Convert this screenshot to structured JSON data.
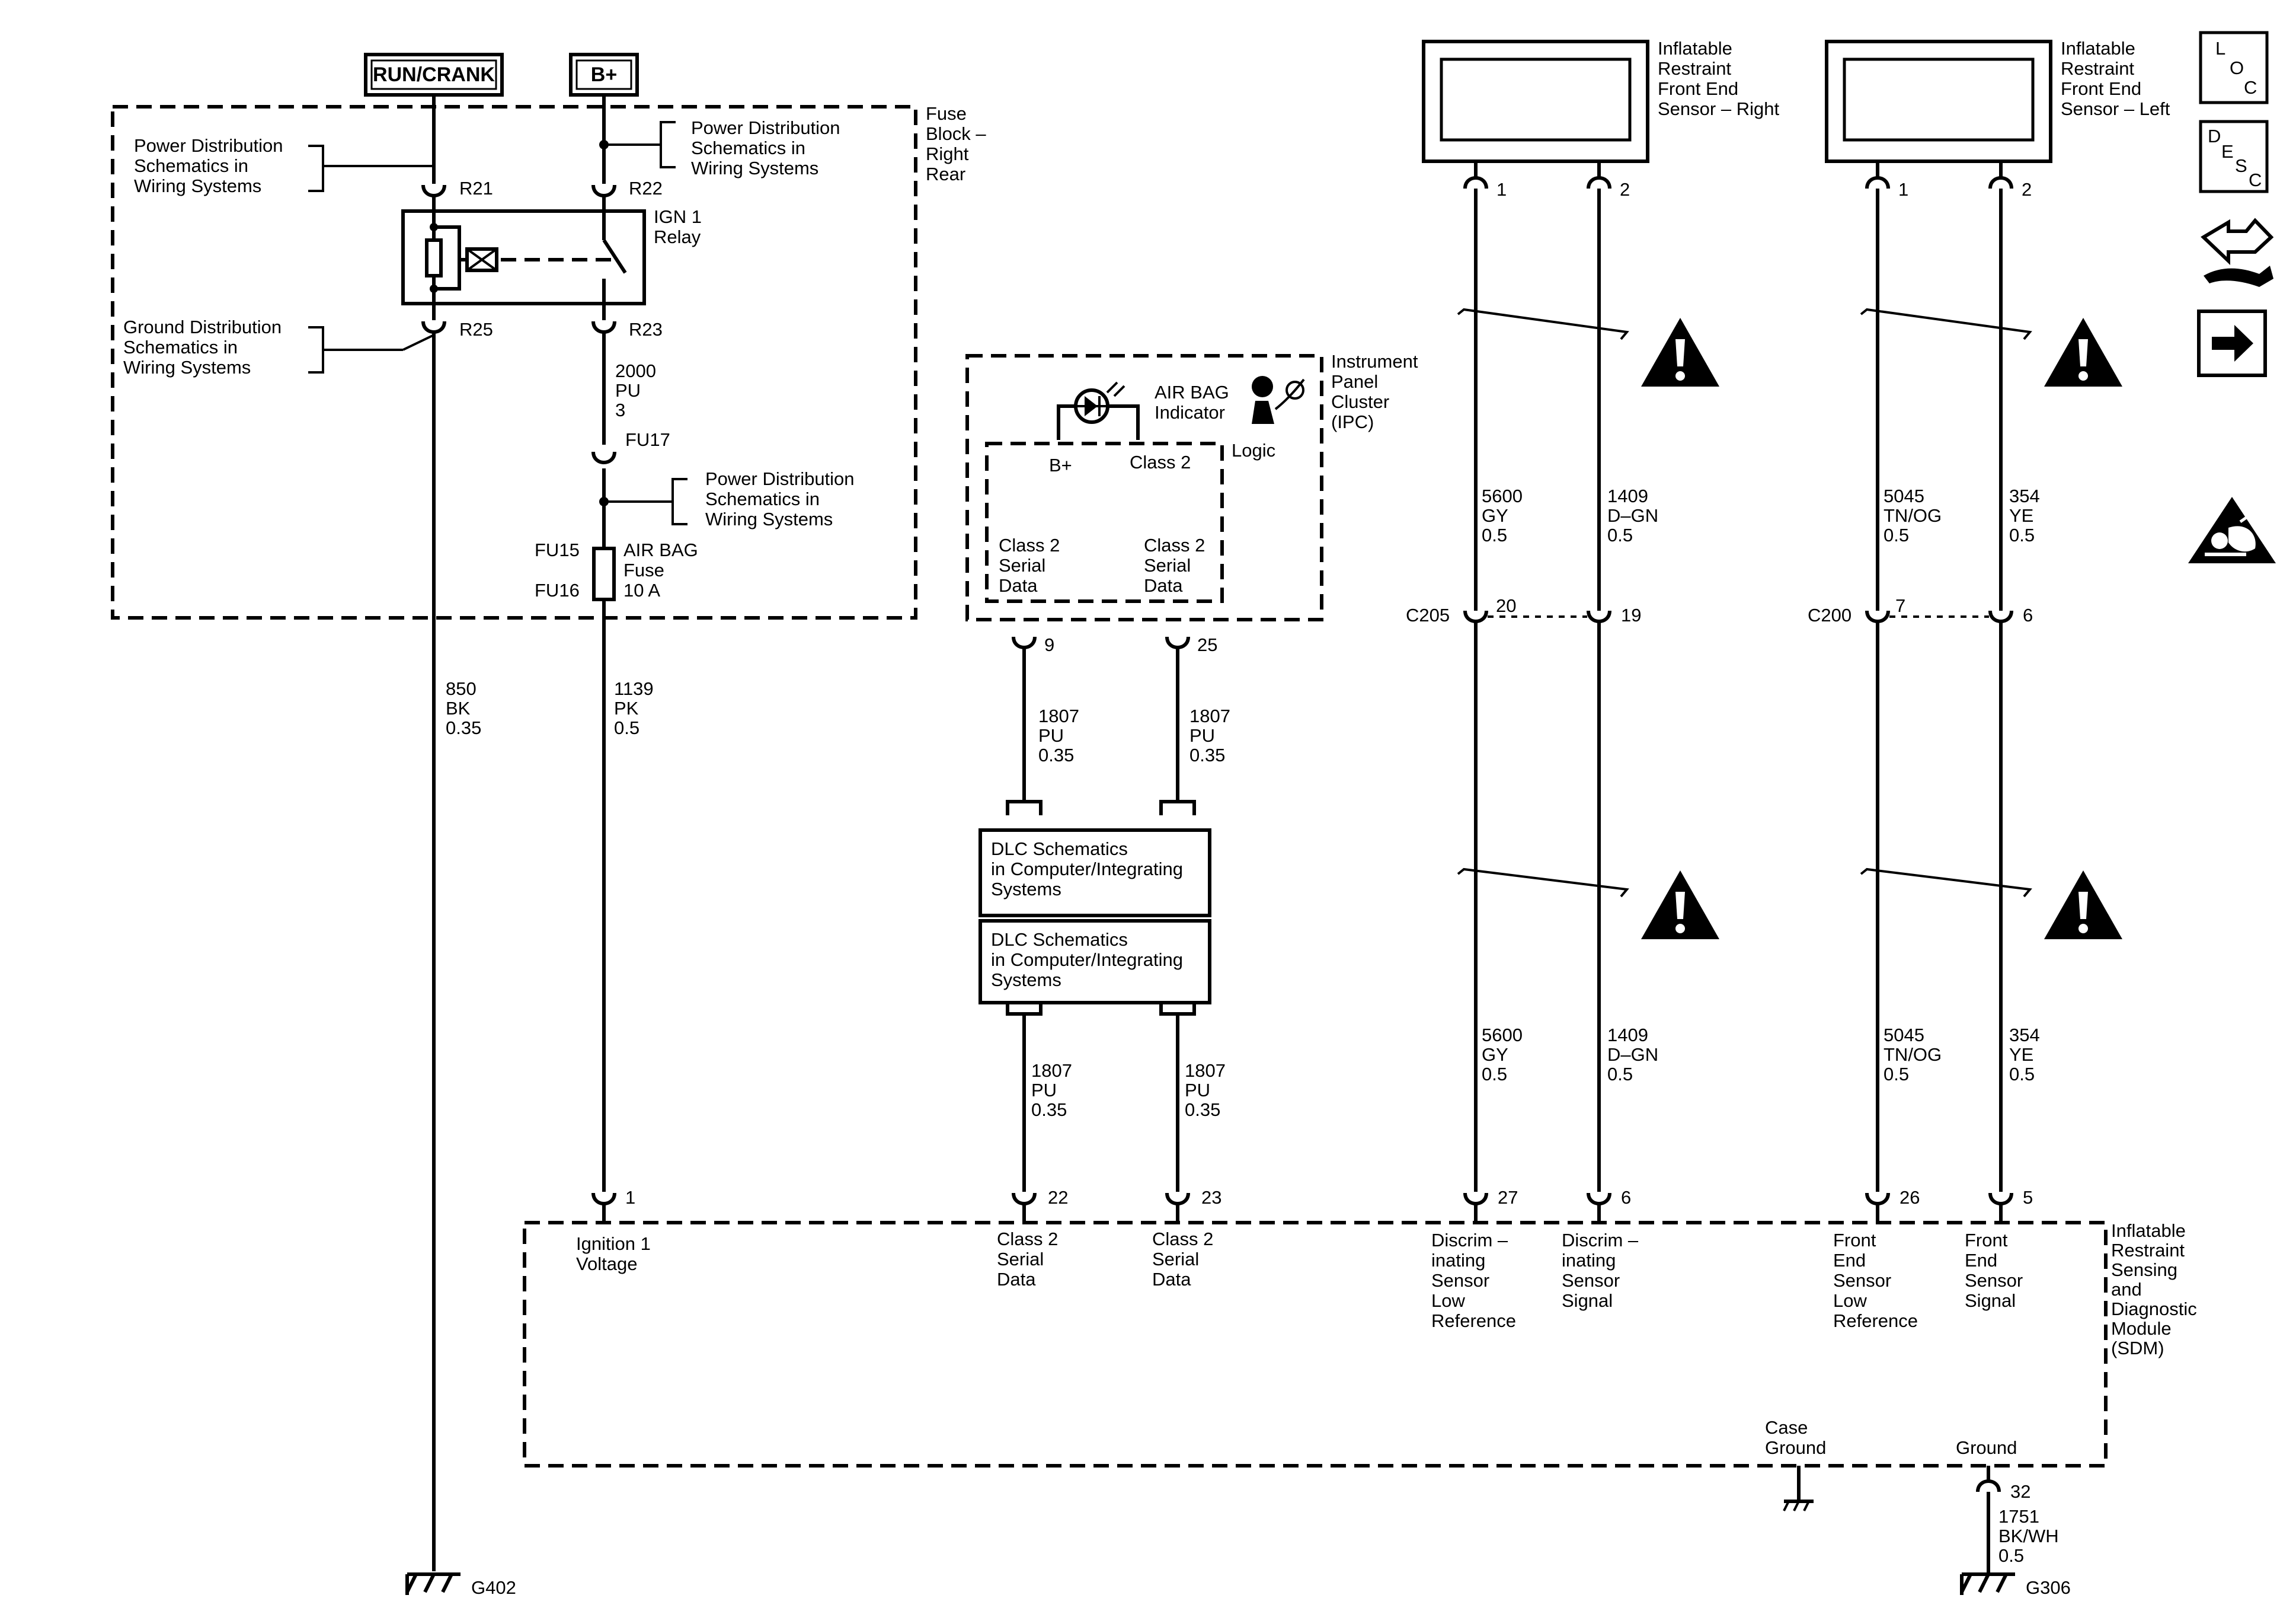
{
  "labels": {
    "run_crank": "RUN/CRANK",
    "b_plus": "B+",
    "fuse_block": [
      "Fuse",
      "Block –",
      "Right",
      "Rear"
    ],
    "power_dist_1": [
      "Power Distribution",
      "Schematics in",
      "Wiring Systems"
    ],
    "power_dist_2": [
      "Power Distribution",
      "Schematics in",
      "Wiring Systems"
    ],
    "power_dist_3": [
      "Power Distribution",
      "Schematics in",
      "Wiring Systems"
    ],
    "ground_dist": [
      "Ground Distribution",
      "Schematics in",
      "Wiring Systems"
    ],
    "r21": "R21",
    "r22": "R22",
    "r25": "R25",
    "r23": "R23",
    "ign_relay": [
      "IGN 1",
      "Relay"
    ],
    "wire_2000": [
      "2000",
      "PU",
      "3"
    ],
    "fu17": "FU17",
    "fu15": "FU15",
    "fu16": "FU16",
    "airbag_fuse": [
      "AIR BAG",
      "Fuse",
      "10 A"
    ],
    "wire_850": [
      "850",
      "BK",
      "0.35"
    ],
    "wire_1139": [
      "1139",
      "PK",
      "0.5"
    ],
    "g402": "G402",
    "ipc_name": [
      "Instrument",
      "Panel",
      "Cluster",
      "(IPC)"
    ],
    "airbag_indicator": [
      "AIR BAG",
      "Indicator"
    ],
    "logic": "Logic",
    "ipc_bplus": "B+",
    "ipc_class2": "Class 2",
    "ipc_serial_1": [
      "Class 2",
      "Serial",
      "Data"
    ],
    "ipc_serial_2": [
      "Class 2",
      "Serial",
      "Data"
    ],
    "pin_9": "9",
    "pin_25": "25",
    "wire_1807_a": [
      "1807",
      "PU",
      "0.35"
    ],
    "wire_1807_b": [
      "1807",
      "PU",
      "0.35"
    ],
    "wire_1807_c": [
      "1807",
      "PU",
      "0.35"
    ],
    "wire_1807_d": [
      "1807",
      "PU",
      "0.35"
    ],
    "dlc_1": [
      "DLC Schematics",
      "in Computer/Integrating",
      "Systems"
    ],
    "dlc_2": [
      "DLC Schematics",
      "in Computer/Integrating",
      "Systems"
    ],
    "sensor_right": [
      "Inflatable",
      "Restraint",
      "Front End",
      "Sensor – Right"
    ],
    "sensor_left": [
      "Inflatable",
      "Restraint",
      "Front End",
      "Sensor – Left"
    ],
    "sr_pin1": "1",
    "sr_pin2": "2",
    "sl_pin1": "1",
    "sl_pin2": "2",
    "wire_5600_a": [
      "5600",
      "GY",
      "0.5"
    ],
    "wire_1409_a": [
      "1409",
      "D–GN",
      "0.5"
    ],
    "wire_5045_a": [
      "5045",
      "TN/OG",
      "0.5"
    ],
    "wire_354_a": [
      "354",
      "YE",
      "0.5"
    ],
    "wire_5600_b": [
      "5600",
      "GY",
      "0.5"
    ],
    "wire_1409_b": [
      "1409",
      "D–GN",
      "0.5"
    ],
    "wire_5045_b": [
      "5045",
      "TN/OG",
      "0.5"
    ],
    "wire_354_b": [
      "354",
      "YE",
      "0.5"
    ],
    "c205": "C205",
    "c205_pin20": "20",
    "c205_pin19": "19",
    "c200": "C200",
    "c200_pin7": "7",
    "c200_pin6": "6",
    "sdm_pin1": "1",
    "sdm_pin22": "22",
    "sdm_pin23": "23",
    "sdm_pin27": "27",
    "sdm_pin6": "6",
    "sdm_pin26": "26",
    "sdm_pin5": "5",
    "sdm_ign": [
      "Ignition 1",
      "Voltage"
    ],
    "sdm_serial_1": [
      "Class 2",
      "Serial",
      "Data"
    ],
    "sdm_serial_2": [
      "Class 2",
      "Serial",
      "Data"
    ],
    "sdm_discrim_low": [
      "Discrim –",
      "inating",
      "Sensor",
      "Low",
      "Reference"
    ],
    "sdm_discrim_sig": [
      "Discrim –",
      "inating",
      "Sensor",
      "Signal"
    ],
    "sdm_front_low": [
      "Front",
      "End",
      "Sensor",
      "Low",
      "Reference"
    ],
    "sdm_front_sig": [
      "Front",
      "End",
      "Sensor",
      "Signal"
    ],
    "sdm_name": [
      "Inflatable",
      "Restraint",
      "Sensing",
      "and",
      "Diagnostic",
      "Module",
      "(SDM)"
    ],
    "case_ground": [
      "Case",
      "Ground"
    ],
    "ground": "Ground",
    "pin_32": "32",
    "wire_1751": [
      "1751",
      "BK/WH",
      "0.5"
    ],
    "g306": "G306",
    "icon_loc_text": [
      "L",
      "O",
      "C"
    ],
    "icon_desc_text": [
      "D",
      "E",
      "S",
      "C"
    ]
  },
  "icons": [
    "loc-icon",
    "desc-icon",
    "connector-tool-icon",
    "next-arrow-icon",
    "warning-icon",
    "airbag-caution-icon"
  ]
}
